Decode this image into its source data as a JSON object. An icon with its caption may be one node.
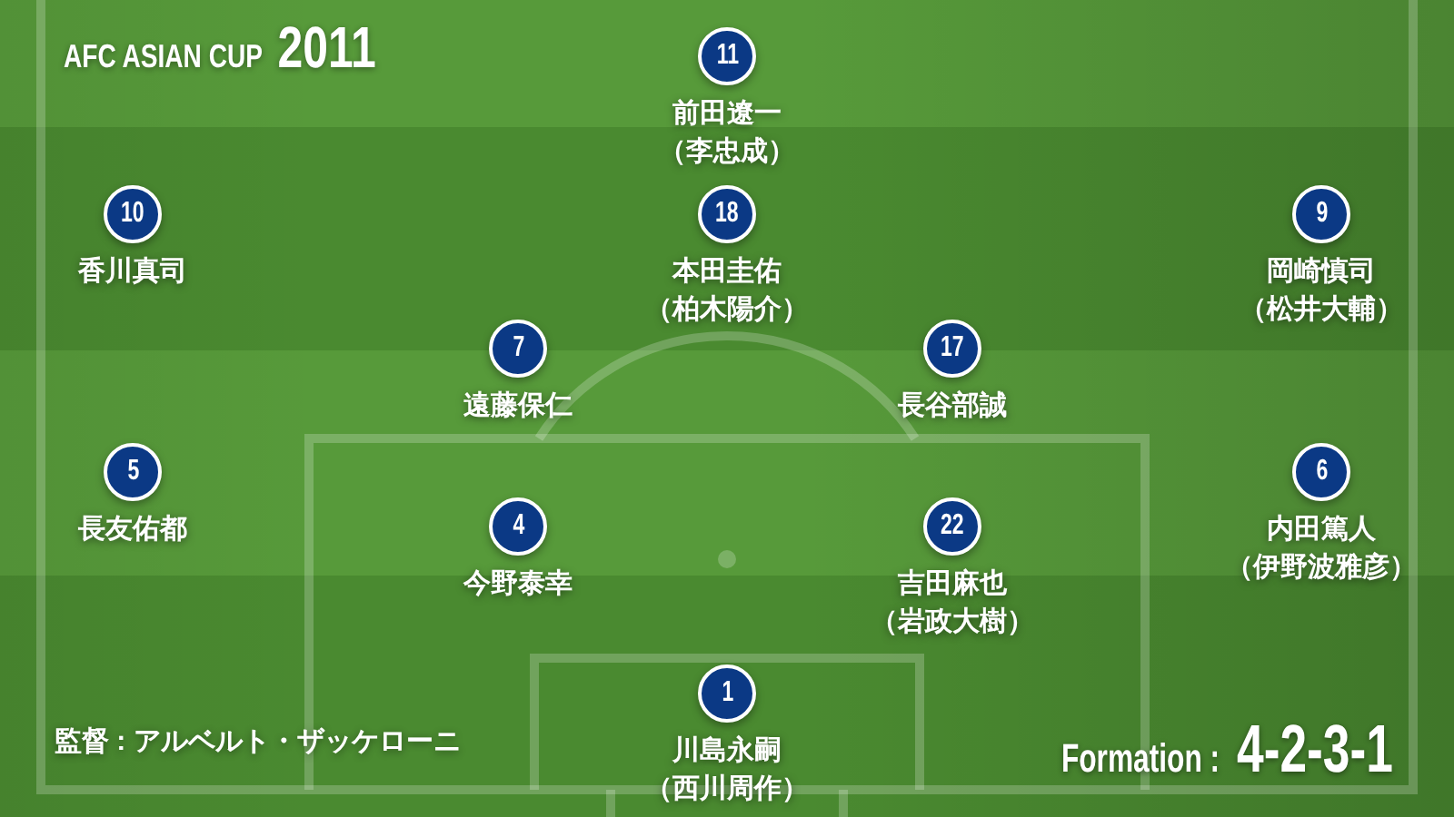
{
  "diagram": {
    "title": "AFC ASIAN CUP 2011",
    "nodes": [
      {
        "text": [
          "11"
        ],
        "beside": [
          "前田遼一",
          "（李忠成）"
        ]
      },
      {
        "text": [
          "10"
        ],
        "beside": [
          "香川真司"
        ]
      },
      {
        "text": [
          "18"
        ],
        "beside": [
          "本田圭佑",
          "（柏木陽介）"
        ]
      },
      {
        "text": [
          "9"
        ],
        "beside": [
          "岡崎慎司",
          "（松井大輔）"
        ]
      },
      {
        "text": [
          "7"
        ],
        "beside": [
          "遠藤保仁"
        ]
      },
      {
        "text": [
          "17"
        ],
        "beside": [
          "長谷部誠"
        ]
      },
      {
        "text": [
          "5"
        ],
        "beside": [
          "長友佑都"
        ]
      },
      {
        "text": [
          "4"
        ],
        "beside": [
          "今野泰幸"
        ]
      },
      {
        "text": [
          "22"
        ],
        "beside": [
          "吉田麻也",
          "（岩政大樹）"
        ]
      },
      {
        "text": [
          "6"
        ],
        "beside": [
          "内田篤人",
          "（伊野波雅彦）"
        ]
      },
      {
        "text": [
          "1"
        ],
        "beside": [
          "川島永嗣",
          "（西川周作）"
        ]
      }
    ],
    "labels": [
      "監督 : アルベルト・ザッケローニ",
      "Formation : 4-2-3-1"
    ]
  }
}
